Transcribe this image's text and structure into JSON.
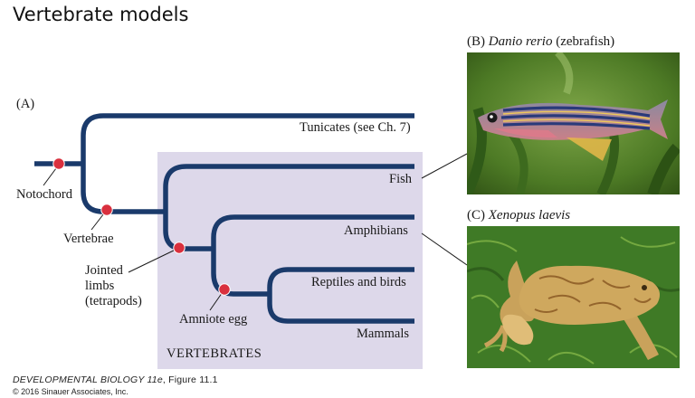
{
  "title": "Vertebrate models",
  "panel_a": {
    "label": "(A)",
    "group_label": "VERTEBRATES",
    "colors": {
      "branch": "#1a3a6b",
      "node": "#d9303e",
      "group_bg": "#ddd8ea"
    },
    "taxa": {
      "tunicates": "Tunicates (see Ch. 7)",
      "fish": "Fish",
      "amphibians": "Amphibians",
      "reptiles": "Reptiles and birds",
      "mammals": "Mammals"
    },
    "traits": {
      "notochord": "Notochord",
      "vertebrae": "Vertebrae",
      "limbs_line1": "Jointed",
      "limbs_line2": "limbs",
      "limbs_line3": "(tetrapods)",
      "amniote": "Amniote egg"
    }
  },
  "panel_b": {
    "label": "(B)",
    "species": "Danio rerio",
    "common": "(zebrafish)"
  },
  "panel_c": {
    "label": "(C)",
    "species": "Xenopus laevis"
  },
  "credit": {
    "book": "DEVELOPMENTAL BIOLOGY 11e",
    "figure": ", Figure 11.1",
    "copyright": "© 2016 Sinauer Associates, Inc."
  }
}
